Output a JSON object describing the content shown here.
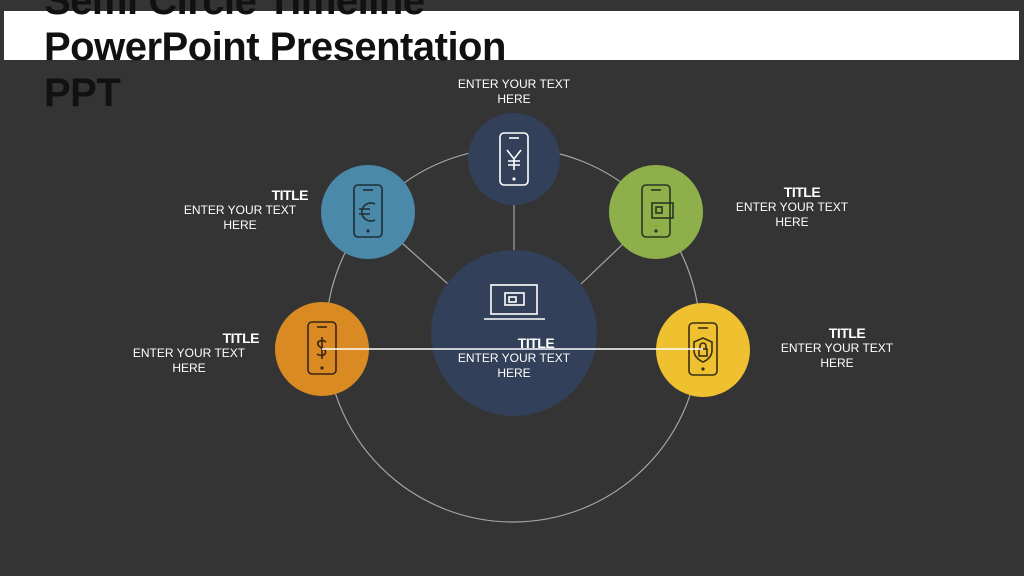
{
  "slide": {
    "title_lines": [
      "Semi Circle Timeline",
      "PowerPoint Presentation",
      "PPT"
    ]
  },
  "colors": {
    "background": "#343434",
    "center": "#33405a",
    "top": "#33405a",
    "upper_left": "#4a89aa",
    "upper_right": "#8db04a",
    "left": "#da8a22",
    "right": "#efc02f"
  },
  "nodes": {
    "center": {
      "title": "TITLE",
      "body_lines": [
        "ENTER YOUR TEXT",
        "HERE"
      ],
      "icon": "laptop-card-icon"
    },
    "top": {
      "body_lines": [
        "ENTER YOUR TEXT",
        "HERE"
      ],
      "icon": "phone-yen-icon"
    },
    "upper_left": {
      "title": "TITLE",
      "body_lines": [
        "ENTER YOUR TEXT",
        "HERE"
      ],
      "icon": "phone-euro-icon"
    },
    "upper_right": {
      "title": "TITLE",
      "body_lines": [
        "ENTER YOUR TEXT",
        "HERE"
      ],
      "icon": "phone-wallet-icon"
    },
    "left": {
      "title": "TITLE",
      "body_lines": [
        "ENTER YOUR TEXT",
        "HERE"
      ],
      "icon": "phone-dollar-icon"
    },
    "right": {
      "title": "TITLE",
      "body_lines": [
        "ENTER YOUR TEXT",
        "HERE"
      ],
      "icon": "phone-shield-icon"
    }
  }
}
